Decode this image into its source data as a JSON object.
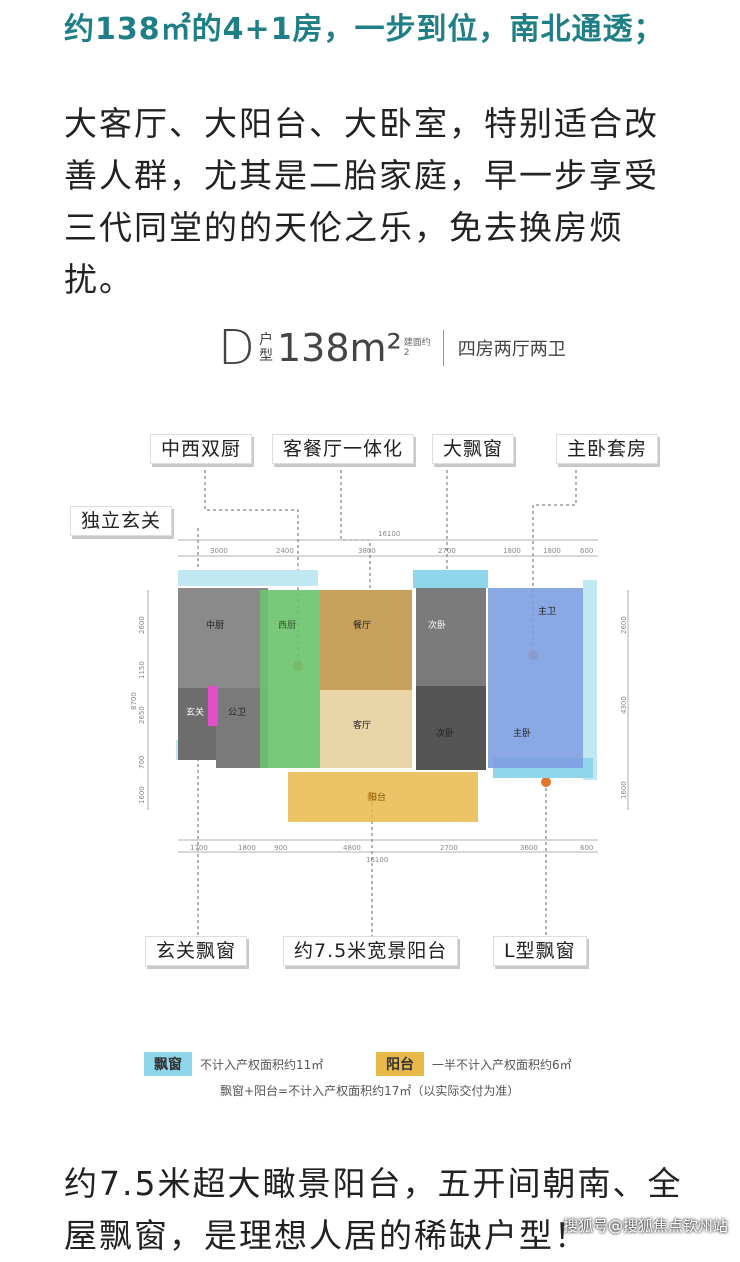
{
  "headline": "约138㎡的4+1房，一步到位，南北通透；",
  "intro": "大客厅、大阳台、大卧室，特别适合改善人群，尤其是二胎家庭，早一步享受三代同堂的的天伦之乐，免去换房烦扰。",
  "plan_title": {
    "letter": "D",
    "hu": "户",
    "xing": "型",
    "area": "138m²",
    "sub1": "建面约",
    "sub2": "2",
    "rooms": "四房两厅两卫"
  },
  "callouts": {
    "kitchen": "中西双厨",
    "living": "客餐厅一体化",
    "bay": "大飘窗",
    "master": "主卧套房",
    "entry": "独立玄关",
    "entry_bay": "玄关飘窗",
    "balcony": "约7.5米宽景阳台",
    "lbay": "L型飘窗"
  },
  "rooms": {
    "kitchen": "中厨",
    "western": "西厨",
    "dining": "餐厅",
    "living": "客厅",
    "second1": "次卧",
    "second2": "次卧",
    "master": "主卧",
    "master_bath": "主卫",
    "public_bath": "公卫",
    "foyer": "玄关",
    "balcony": "阳台"
  },
  "dims": {
    "total": "16100",
    "top": [
      "3000",
      "2400",
      "3800",
      "2700",
      "1800",
      "1800",
      "600"
    ],
    "bottom": [
      "1700",
      "1800",
      "900",
      "4800",
      "2700",
      "3600",
      "600"
    ],
    "left": [
      "2600",
      "1150",
      "2650",
      "700",
      "1600"
    ],
    "left_total": "8700",
    "right": [
      "2600",
      "4300",
      "1600"
    ]
  },
  "legend": {
    "bay_label": "飘窗",
    "bay_text": "不计入产权面积约11㎡",
    "balcony_label": "阳台",
    "balcony_text": "一半不计入产权面积约6㎡",
    "note": "飘窗+阳台=不计入产权面积约17㎡（以实际交付为准）"
  },
  "closing": "约7.5米超大瞰景阳台，五开间朝南、全屋飘窗，是理想人居的稀缺户型！",
  "watermark": "搜狐号@搜狐焦点钦州站",
  "colors": {
    "accent": "#1f7f86",
    "bay": "#8fd6ea",
    "balcony": "#e9b84a",
    "kitchen": "#6cc26c",
    "master": "#7d9ee0",
    "marker": "#e8742a"
  }
}
